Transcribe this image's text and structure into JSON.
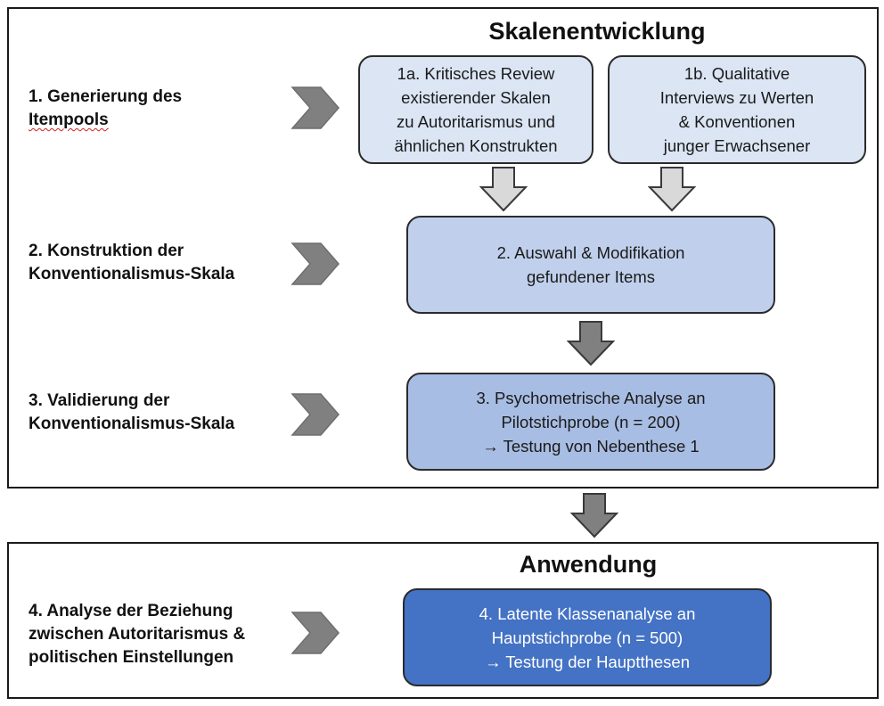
{
  "sections": {
    "skalenentwicklung": "Skalenentwicklung",
    "anwendung": "Anwendung"
  },
  "steps": {
    "s1": [
      "1. Generierung des",
      "Itempools"
    ],
    "s2": [
      "2. Konstruktion der",
      "Konventionalismus-Skala"
    ],
    "s3": [
      "3. Validierung der",
      "Konventionalismus-Skala"
    ],
    "s4": [
      "4. Analyse der Beziehung",
      "zwischen Autoritarismus &",
      "politischen Einstellungen"
    ]
  },
  "boxes": {
    "b1a": [
      "1a. Kritisches Review",
      "existierender Skalen",
      "zu Autoritarismus und",
      "ähnlichen Konstrukten"
    ],
    "b1b": [
      "1b. Qualitative",
      "Interviews zu Werten",
      "& Konventionen",
      "junger Erwachsener"
    ],
    "b2": [
      "2. Auswahl  & Modifikation",
      "gefundener Items"
    ],
    "b3": [
      "3. Psychometrische Analyse an",
      "Pilotstichprobe (n = 200)",
      "→ Testung von Nebenthese 1"
    ],
    "b4": [
      "4. Latente Klassenanalyse an",
      "Hauptstichprobe (n = 500)",
      "→ Testung der Hauptthesen"
    ]
  },
  "colors": {
    "box_light": "#dbe5f4",
    "box_mid": "#c0d0ec",
    "box_mid2": "#a8bde3",
    "box_dark": "#4472c4",
    "chevron": "#808080",
    "arrow_light": "#d9d9d9",
    "arrow_dark": "#808080"
  },
  "icons": {
    "chevron": "chevron-right-icon",
    "arrow": "arrow-down-icon"
  }
}
